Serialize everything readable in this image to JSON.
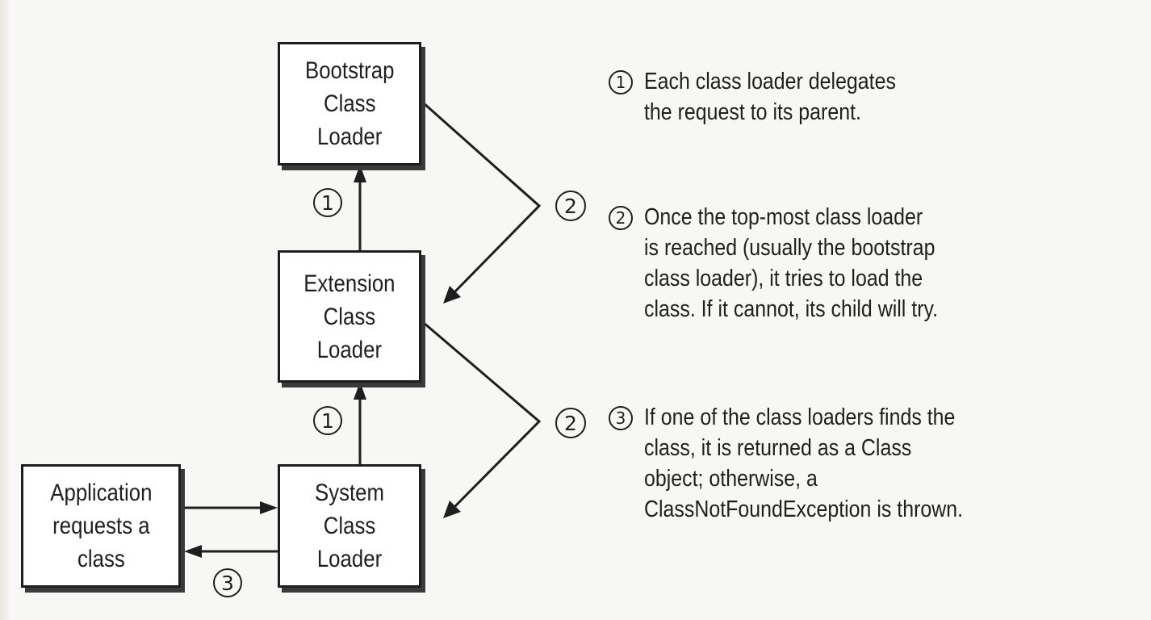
{
  "boxes": {
    "bootstrap": {
      "lines": [
        "Bootstrap",
        "Class",
        "Loader"
      ]
    },
    "extension": {
      "lines": [
        "Extension",
        "Class",
        "Loader"
      ]
    },
    "system": {
      "lines": [
        "System",
        "Class",
        "Loader"
      ]
    },
    "application": {
      "lines": [
        "Application",
        "requests a",
        "class"
      ]
    }
  },
  "markers": {
    "m1": "1",
    "m2": "2",
    "m3": "3"
  },
  "legend": [
    {
      "marker": "1",
      "lines": [
        "Each class loader delegates",
        "the request to its parent."
      ]
    },
    {
      "marker": "2",
      "lines": [
        "Once the top-most class loader",
        "is reached (usually the bootstrap",
        "class loader), it tries to load the",
        "class. If it cannot, its child will try."
      ]
    },
    {
      "marker": "3",
      "lines": [
        "If one of the class loaders finds the",
        "class, it is returned as a Class",
        "object; otherwise, a",
        "ClassNotFoundException is thrown."
      ]
    }
  ]
}
